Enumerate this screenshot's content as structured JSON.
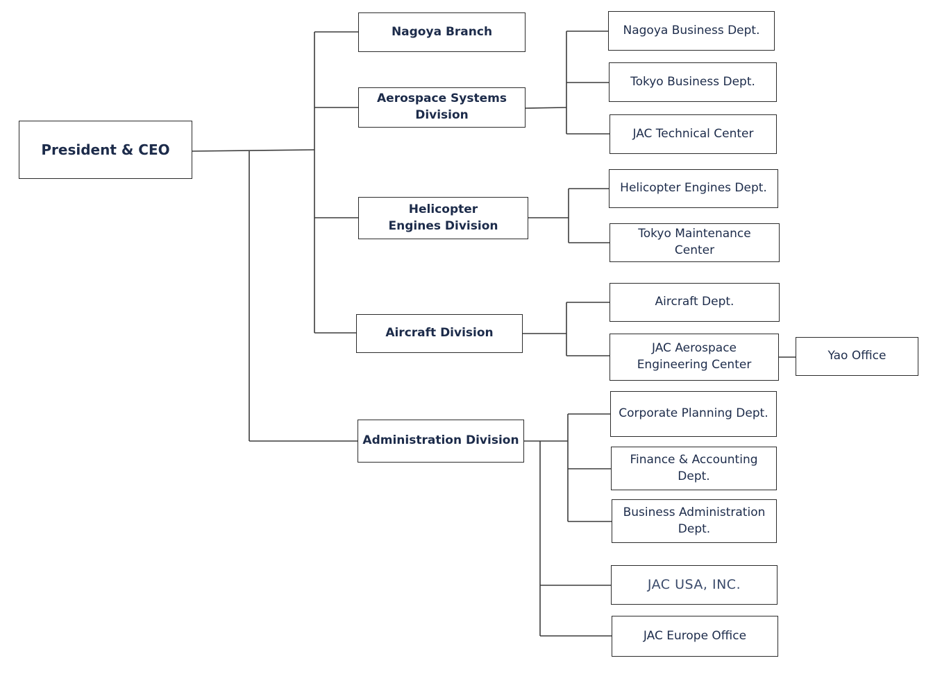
{
  "org": {
    "root": {
      "label": "President & CEO"
    },
    "divisions": {
      "nagoya_branch": {
        "label": "Nagoya Branch"
      },
      "aerospace_systems": {
        "label": "Aerospace Systems Division"
      },
      "helicopter_engines": {
        "label": "Helicopter Engines Division"
      },
      "aircraft": {
        "label": "Aircraft Division"
      },
      "administration": {
        "label": "Administration Division"
      }
    },
    "departments": {
      "nagoya_business": {
        "label": "Nagoya Business Dept."
      },
      "tokyo_business": {
        "label": "Tokyo Business Dept."
      },
      "jac_technical_center": {
        "label": "JAC Technical Center"
      },
      "helicopter_engines_dept": {
        "label": "Helicopter Engines Dept."
      },
      "tokyo_maintenance": {
        "label": "Tokyo Maintenance Center"
      },
      "aircraft_dept": {
        "label": "Aircraft Dept."
      },
      "jac_aerospace_engineering": {
        "label": "JAC Aerospace Engineering Center"
      },
      "yao_office": {
        "label": "Yao Office"
      },
      "corporate_planning": {
        "label": "Corporate Planning Dept."
      },
      "finance_accounting": {
        "label": "Finance & Accounting Dept."
      },
      "business_administration": {
        "label": "Business Administration Dept."
      },
      "jac_usa": {
        "label": "JAC USA, INC."
      },
      "jac_europe": {
        "label": "JAC Europe Office"
      }
    }
  },
  "colors": {
    "text": "#1c2b4a",
    "border": "#2a2a2a",
    "connector": "#3a3a3a"
  }
}
